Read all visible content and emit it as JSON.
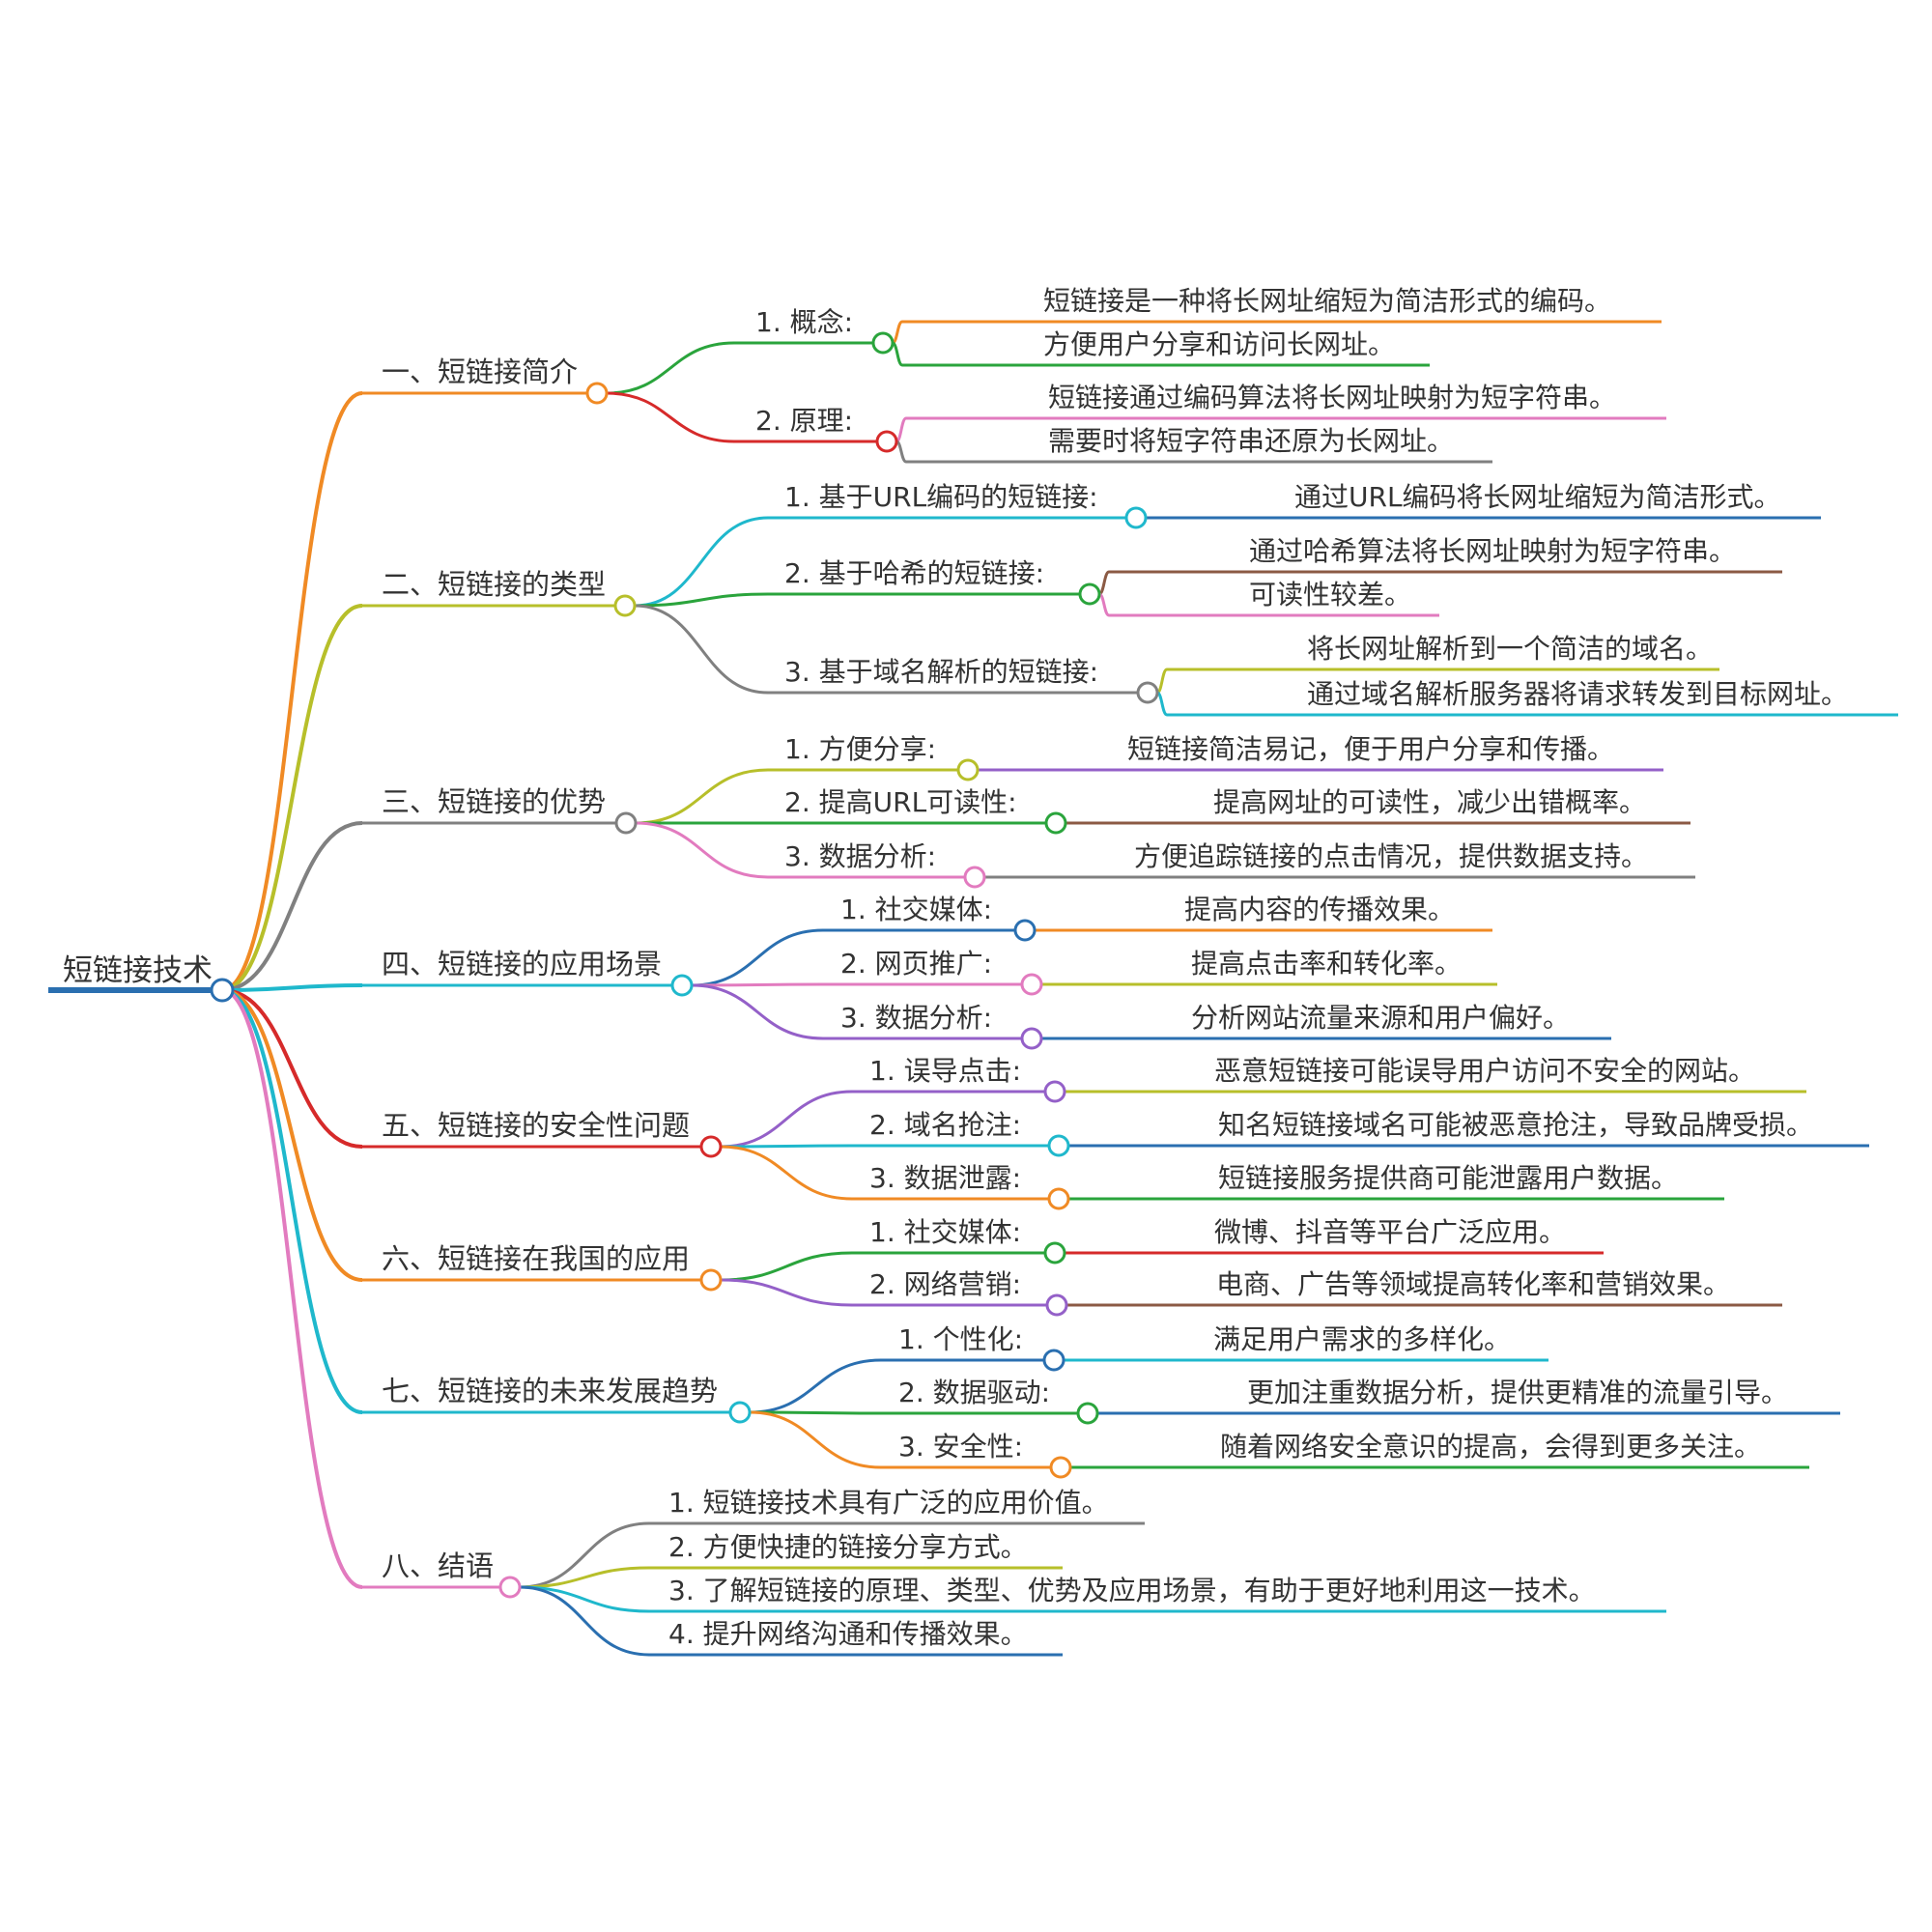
{
  "root": {
    "label": "短链接技术",
    "color": "#2a6fb0"
  },
  "branches": [
    {
      "label": "一、短链接简介",
      "color": "#f08a24",
      "children": [
        {
          "label": "1. 概念:",
          "color": "#2aa43c",
          "children": [
            {
              "label": "短链接是一种将长网址缩短为简洁形式的编码。",
              "color": "#f08a24"
            },
            {
              "label": "方便用户分享和访问长网址。",
              "color": "#2aa43c"
            }
          ]
        },
        {
          "label": "2. 原理:",
          "color": "#d62a2a",
          "children": [
            {
              "label": "短链接通过编码算法将长网址映射为短字符串。",
              "color": "#e27bbf"
            },
            {
              "label": "需要时将短字符串还原为长网址。",
              "color": "#808080"
            }
          ]
        }
      ]
    },
    {
      "label": "二、短链接的类型",
      "color": "#b7bf2a",
      "children": [
        {
          "label": "1. 基于URL编码的短链接:",
          "color": "#1fb8cc",
          "children": [
            {
              "label": "通过URL编码将长网址缩短为简洁形式。",
              "color": "#2a6fb0"
            }
          ]
        },
        {
          "label": "2. 基于哈希的短链接:",
          "color": "#2aa43c",
          "children": [
            {
              "label": "通过哈希算法将长网址映射为短字符串。",
              "color": "#8b5a44"
            },
            {
              "label": "可读性较差。",
              "color": "#e27bbf"
            }
          ]
        },
        {
          "label": "3. 基于域名解析的短链接:",
          "color": "#808080",
          "children": [
            {
              "label": "将长网址解析到一个简洁的域名。",
              "color": "#b7bf2a"
            },
            {
              "label": "通过域名解析服务器将请求转发到目标网址。",
              "color": "#1fb8cc"
            }
          ]
        }
      ]
    },
    {
      "label": "三、短链接的优势",
      "color": "#808080",
      "children": [
        {
          "label": "1. 方便分享:",
          "color": "#b7bf2a",
          "children": [
            {
              "label": "短链接简洁易记，便于用户分享和传播。",
              "color": "#9460c8"
            }
          ]
        },
        {
          "label": "2. 提高URL可读性:",
          "color": "#2aa43c",
          "children": [
            {
              "label": "提高网址的可读性，减少出错概率。",
              "color": "#8b5a44"
            }
          ]
        },
        {
          "label": "3. 数据分析:",
          "color": "#e27bbf",
          "children": [
            {
              "label": "方便追踪链接的点击情况，提供数据支持。",
              "color": "#808080"
            }
          ]
        }
      ]
    },
    {
      "label": "四、短链接的应用场景",
      "color": "#1fb8cc",
      "children": [
        {
          "label": "1. 社交媒体:",
          "color": "#2a6fb0",
          "children": [
            {
              "label": "提高内容的传播效果。",
              "color": "#f08a24"
            }
          ]
        },
        {
          "label": "2. 网页推广:",
          "color": "#e27bbf",
          "children": [
            {
              "label": "提高点击率和转化率。",
              "color": "#b7bf2a"
            }
          ]
        },
        {
          "label": "3. 数据分析:",
          "color": "#9460c8",
          "children": [
            {
              "label": "分析网站流量来源和用户偏好。",
              "color": "#2a6fb0"
            }
          ]
        }
      ]
    },
    {
      "label": "五、短链接的安全性问题",
      "color": "#d62a2a",
      "children": [
        {
          "label": "1. 误导点击:",
          "color": "#9460c8",
          "children": [
            {
              "label": "恶意短链接可能误导用户访问不安全的网站。",
              "color": "#b7bf2a"
            }
          ]
        },
        {
          "label": "2. 域名抢注:",
          "color": "#1fb8cc",
          "children": [
            {
              "label": "知名短链接域名可能被恶意抢注，导致品牌受损。",
              "color": "#2a6fb0"
            }
          ]
        },
        {
          "label": "3. 数据泄露:",
          "color": "#f08a24",
          "children": [
            {
              "label": "短链接服务提供商可能泄露用户数据。",
              "color": "#2aa43c"
            }
          ]
        }
      ]
    },
    {
      "label": "六、短链接在我国的应用",
      "color": "#f08a24",
      "children": [
        {
          "label": "1. 社交媒体:",
          "color": "#2aa43c",
          "children": [
            {
              "label": "微博、抖音等平台广泛应用。",
              "color": "#d62a2a"
            }
          ]
        },
        {
          "label": "2. 网络营销:",
          "color": "#9460c8",
          "children": [
            {
              "label": "电商、广告等领域提高转化率和营销效果。",
              "color": "#8b5a44"
            }
          ]
        }
      ]
    },
    {
      "label": "七、短链接的未来发展趋势",
      "color": "#1fb8cc",
      "children": [
        {
          "label": "1. 个性化:",
          "color": "#2a6fb0",
          "children": [
            {
              "label": "满足用户需求的多样化。",
              "color": "#1fb8cc"
            }
          ]
        },
        {
          "label": "2. 数据驱动:",
          "color": "#2aa43c",
          "children": [
            {
              "label": "更加注重数据分析，提供更精准的流量引导。",
              "color": "#2a6fb0"
            }
          ]
        },
        {
          "label": "3. 安全性:",
          "color": "#f08a24",
          "children": [
            {
              "label": "随着网络安全意识的提高，会得到更多关注。",
              "color": "#2aa43c"
            }
          ]
        }
      ]
    },
    {
      "label": "八、结语",
      "color": "#e27bbf",
      "children": [
        {
          "label": "1. 短链接技术具有广泛的应用价值。",
          "color": "#808080"
        },
        {
          "label": "2. 方便快捷的链接分享方式。",
          "color": "#b7bf2a"
        },
        {
          "label": "3. 了解短链接的原理、类型、优势及应用场景，有助于更好地利用这一技术。",
          "color": "#1fb8cc"
        },
        {
          "label": "4. 提升网络沟通和传播效果。",
          "color": "#2a6fb0"
        }
      ]
    }
  ]
}
